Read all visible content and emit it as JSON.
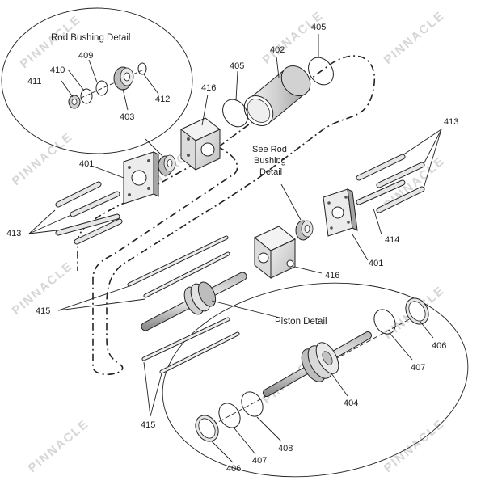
{
  "details": {
    "rod_bushing": "Rod Bushing Detail",
    "piston": "Piston Detail",
    "see_rod_bushing": [
      "See Rod",
      "Bushing",
      "Detail"
    ]
  },
  "callouts": {
    "c401a": "401",
    "c401b": "401",
    "c402": "402",
    "c403": "403",
    "c404": "404",
    "c405a": "405",
    "c405b": "405",
    "c406a": "406",
    "c406b": "406",
    "c407a": "407",
    "c407b": "407",
    "c408": "408",
    "c409": "409",
    "c410": "410",
    "c411": "411",
    "c412": "412",
    "c413a": "413",
    "c413b": "413",
    "c414": "414",
    "c415a": "415",
    "c415b": "415",
    "c416a": "416",
    "c416b": "416"
  },
  "watermark": "PINNACLE",
  "colors": {
    "line": "#222222",
    "part_fill": "#e6e6e6",
    "part_dark": "#9a9a9a",
    "watermark": "#d6d6d6"
  }
}
